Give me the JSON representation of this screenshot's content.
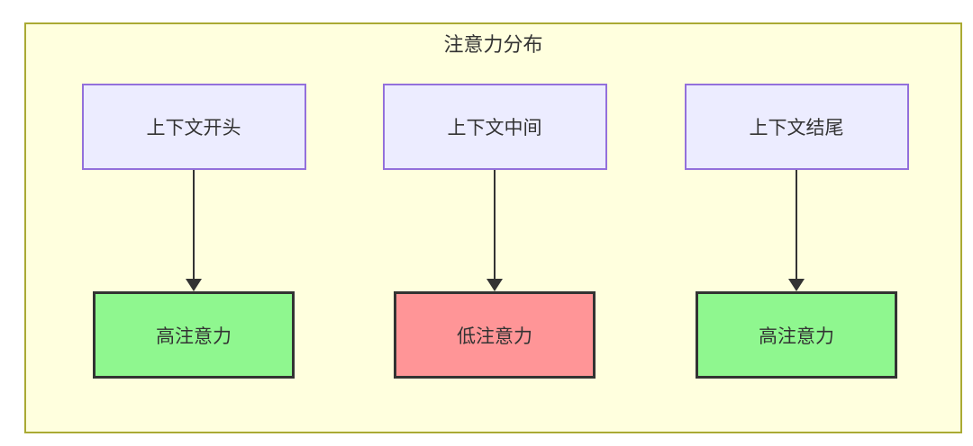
{
  "diagram": {
    "title": "注意力分布",
    "columns": [
      {
        "source": "上下文开头",
        "target": "高注意力",
        "level": "high"
      },
      {
        "source": "上下文中间",
        "target": "低注意力",
        "level": "low"
      },
      {
        "source": "上下文结尾",
        "target": "高注意力",
        "level": "high"
      }
    ],
    "colors": {
      "canvas_bg": "#ffffff",
      "panel_bg": "#ffffde",
      "panel_border": "#aaaa33",
      "source_node_bg": "#ececff",
      "source_node_border": "#9370db",
      "high_attention_bg": "#8ff78f",
      "low_attention_bg": "#ff9597",
      "target_node_border": "#333333",
      "arrow": "#333333",
      "text": "#333333"
    }
  }
}
